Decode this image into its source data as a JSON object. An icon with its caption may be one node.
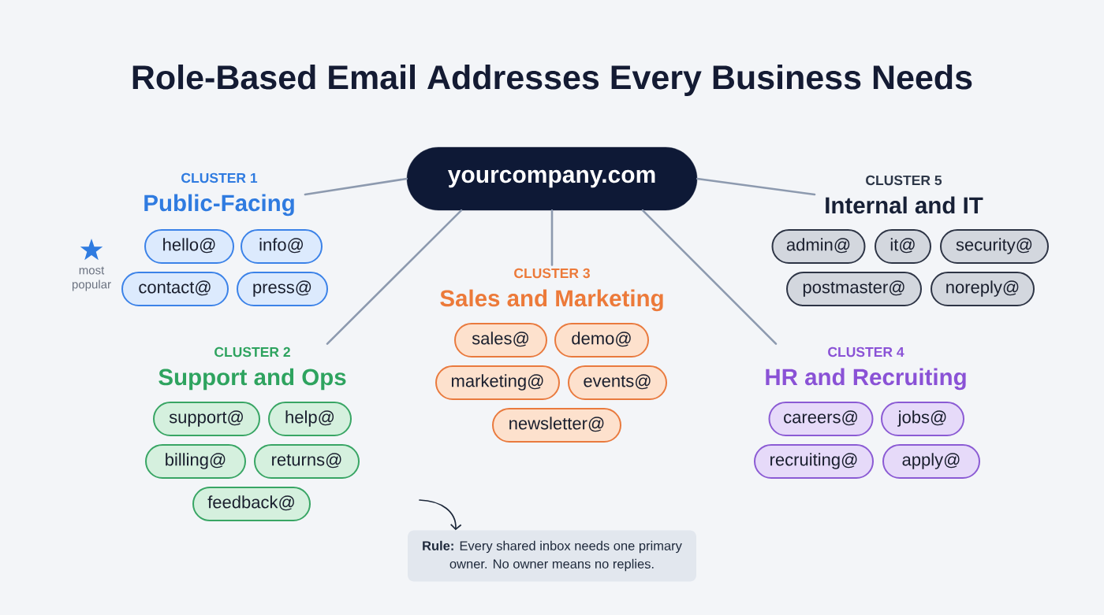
{
  "diagram": {
    "title": "Role-Based Email Addresses Every Business Needs",
    "nodes": [
      {
        "text": [
          "yourcompany.com"
        ]
      },
      {
        "text": [
          "CLUSTER 1",
          "Public-Facing"
        ]
      },
      {
        "text": [
          "hello@"
        ]
      },
      {
        "text": [
          "info@"
        ]
      },
      {
        "text": [
          "contact@"
        ]
      },
      {
        "text": [
          "press@"
        ]
      },
      {
        "text": [
          "CLUSTER 2",
          "Support and Ops"
        ]
      },
      {
        "text": [
          "support@"
        ]
      },
      {
        "text": [
          "help@"
        ]
      },
      {
        "text": [
          "billing@"
        ]
      },
      {
        "text": [
          "returns@"
        ]
      },
      {
        "text": [
          "feedback@"
        ]
      },
      {
        "text": [
          "CLUSTER 3",
          "Sales and Marketing"
        ]
      },
      {
        "text": [
          "sales@"
        ]
      },
      {
        "text": [
          "demo@"
        ]
      },
      {
        "text": [
          "marketing@"
        ]
      },
      {
        "text": [
          "events@"
        ]
      },
      {
        "text": [
          "newsletter@"
        ]
      },
      {
        "text": [
          "CLUSTER 4",
          "HR and Recruiting"
        ]
      },
      {
        "text": [
          "careers@"
        ]
      },
      {
        "text": [
          "jobs@"
        ]
      },
      {
        "text": [
          "recruiting@"
        ]
      },
      {
        "text": [
          "apply@"
        ]
      },
      {
        "text": [
          "CLUSTER 5",
          "Internal and IT"
        ]
      },
      {
        "text": [
          "admin@"
        ]
      },
      {
        "text": [
          "it@"
        ]
      },
      {
        "text": [
          "security@"
        ]
      },
      {
        "text": [
          "postmaster@"
        ]
      },
      {
        "text": [
          "noreply@"
        ]
      },
      {
        "text": [
          "**Rule:** Every shared inbox needs one primary owner. No owner means no replies."
        ]
      }
    ],
    "edges": [
      {
        "from": 0,
        "to": 1,
        "arrow": "none"
      },
      {
        "from": 0,
        "to": 6,
        "arrow": "none"
      },
      {
        "from": 0,
        "to": 12,
        "arrow": "none"
      },
      {
        "from": 0,
        "to": 18,
        "arrow": "none"
      },
      {
        "from": 0,
        "to": 23,
        "arrow": "none"
      },
      {
        "from": null,
        "to": 29,
        "arrow": "to",
        "color": "#1e293b"
      }
    ],
    "labels": [
      "most popular"
    ]
  }
}
